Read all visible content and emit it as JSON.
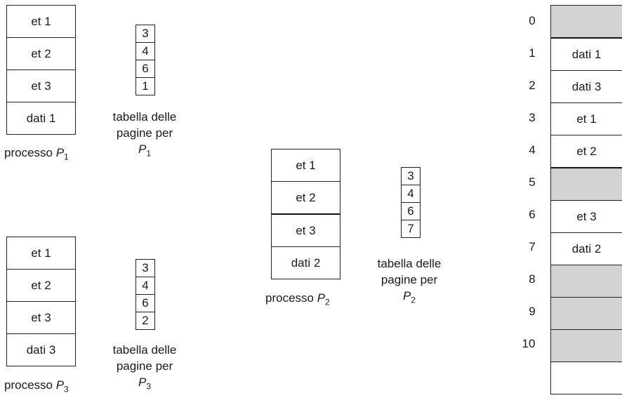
{
  "p1": {
    "pages": [
      "et 1",
      "et 2",
      "et 3",
      "dati 1"
    ],
    "label_text": "processo ",
    "label_sym": "P",
    "label_sub": "1",
    "table": [
      "3",
      "4",
      "6",
      "1"
    ],
    "caption_line1": "tabella delle",
    "caption_line2": "pagine per",
    "caption_sym": "P",
    "caption_sub": "1"
  },
  "p2": {
    "pages": [
      "et 1",
      "et 2",
      "et 3",
      "dati 2"
    ],
    "label_text": "processo ",
    "label_sym": "P",
    "label_sub": "2",
    "table": [
      "3",
      "4",
      "6",
      "7"
    ],
    "caption_line1": "tabella delle",
    "caption_line2": "pagine per",
    "caption_sym": "P",
    "caption_sub": "2"
  },
  "p3": {
    "pages": [
      "et 1",
      "et 2",
      "et 3",
      "dati 3"
    ],
    "label_text": "processo ",
    "label_sym": "P",
    "label_sub": "3",
    "table": [
      "3",
      "4",
      "6",
      "2"
    ],
    "caption_line1": "tabella delle",
    "caption_line2": "pagine per",
    "caption_sym": "P",
    "caption_sub": "3"
  },
  "memory": {
    "frame_numbers": [
      "0",
      "1",
      "2",
      "3",
      "4",
      "5",
      "6",
      "7",
      "8",
      "9",
      "10"
    ],
    "frames": [
      "",
      "dati 1",
      "dati 3",
      "et 1",
      "et 2",
      "",
      "et 3",
      "dati 2",
      "",
      "",
      "",
      ""
    ],
    "free_fill": "#d3d3d3"
  }
}
